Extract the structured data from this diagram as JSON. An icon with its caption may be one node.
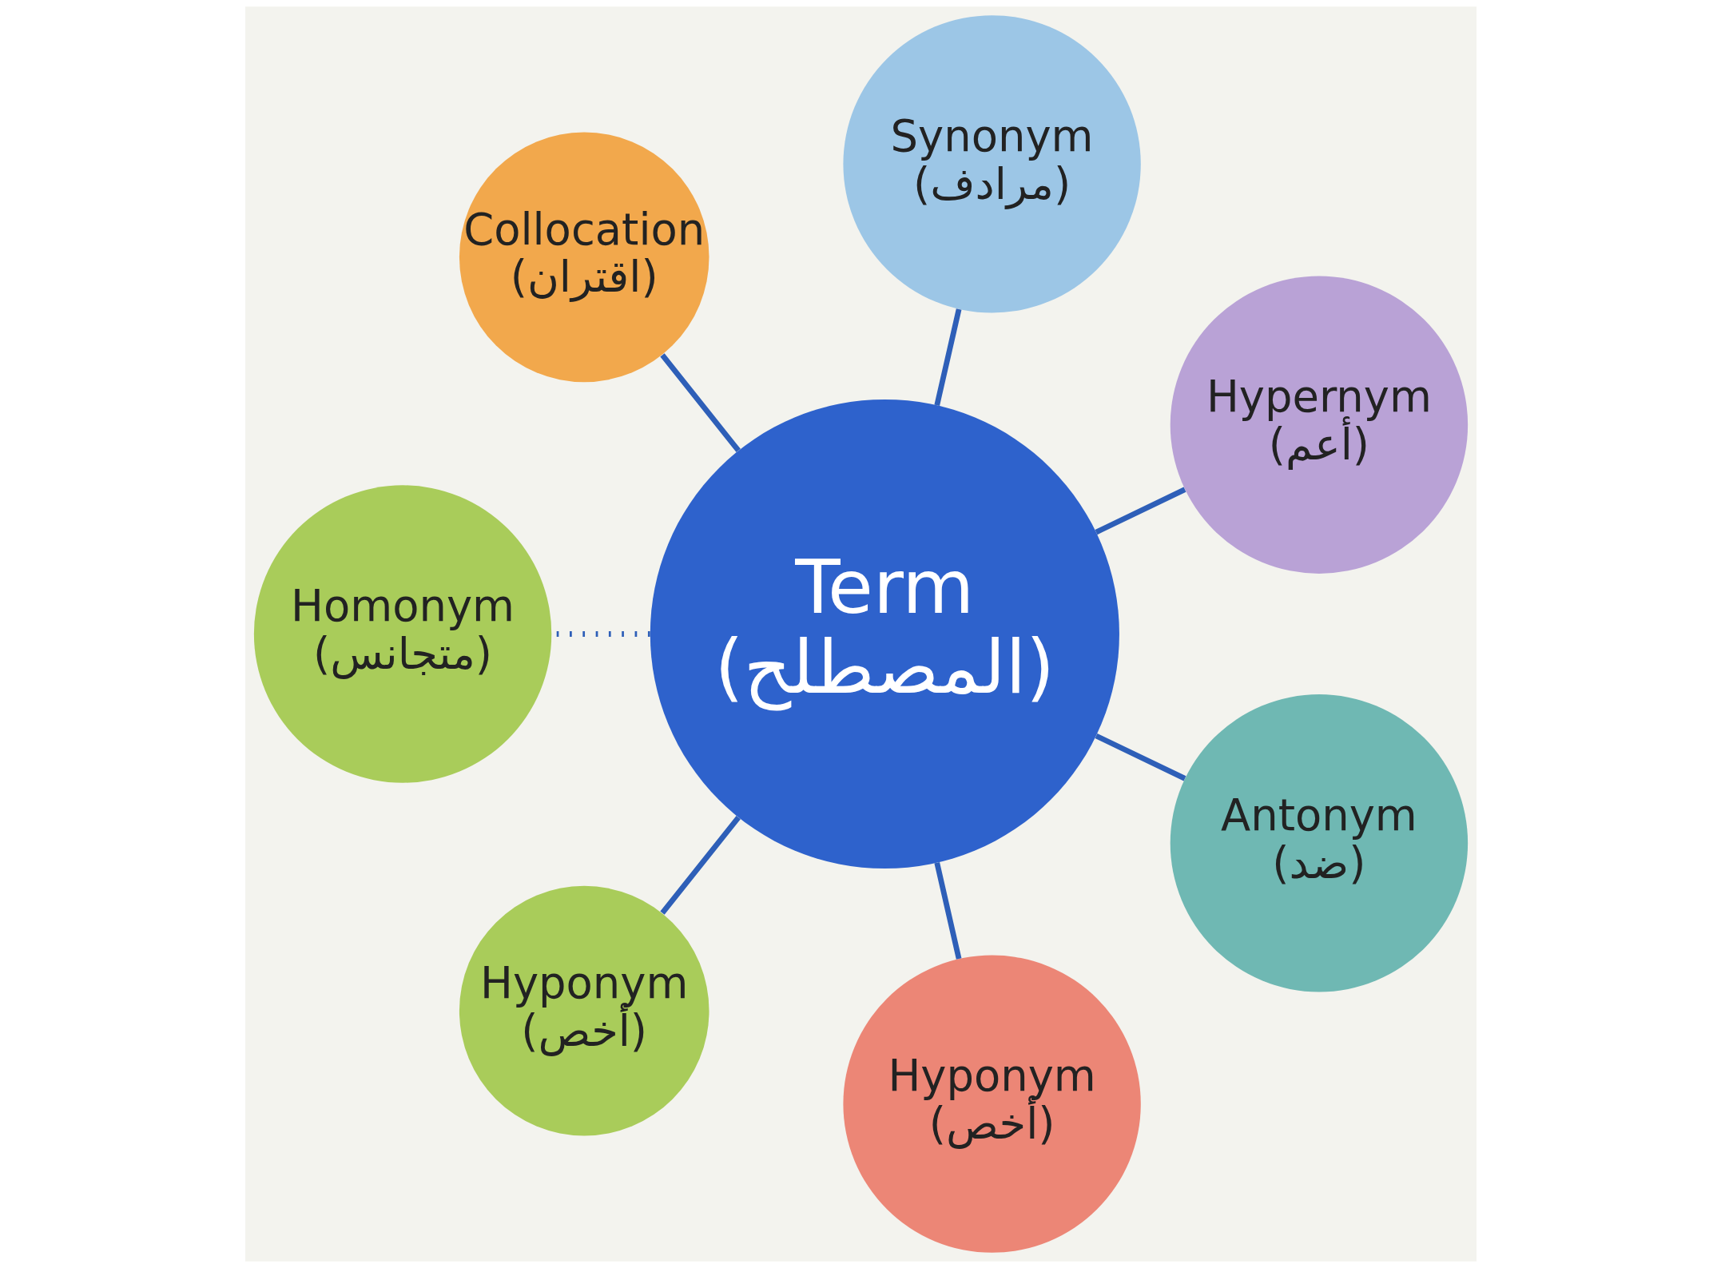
{
  "diagram": {
    "nodes": [
      {
        "text": [
          "Term",
          "(المصطلح)"
        ]
      },
      {
        "text": [
          "Hypernym",
          "(أعم)"
        ]
      },
      {
        "text": [
          "Synonym",
          "(مرادف)"
        ]
      },
      {
        "text": [
          "Collocation",
          "(اقتران)"
        ]
      },
      {
        "text": [
          "Homonym",
          "(متجانس)"
        ]
      },
      {
        "text": [
          "Hyponym",
          "(أخص)"
        ]
      },
      {
        "text": [
          "Hyponym",
          "(أخص)"
        ]
      },
      {
        "text": [
          "Antonym",
          "(ضد)"
        ]
      }
    ],
    "edges": [
      {
        "from": 0,
        "to": 1,
        "arrow": "none"
      },
      {
        "from": 0,
        "to": 2,
        "arrow": "none"
      },
      {
        "from": 0,
        "to": 3,
        "arrow": "none"
      },
      {
        "from": 0,
        "to": 4,
        "arrow": "none",
        "style": "dashed"
      },
      {
        "from": 0,
        "to": 5,
        "arrow": "none"
      },
      {
        "from": 0,
        "to": 6,
        "arrow": "none"
      },
      {
        "from": 0,
        "to": 7,
        "arrow": "none"
      }
    ]
  }
}
